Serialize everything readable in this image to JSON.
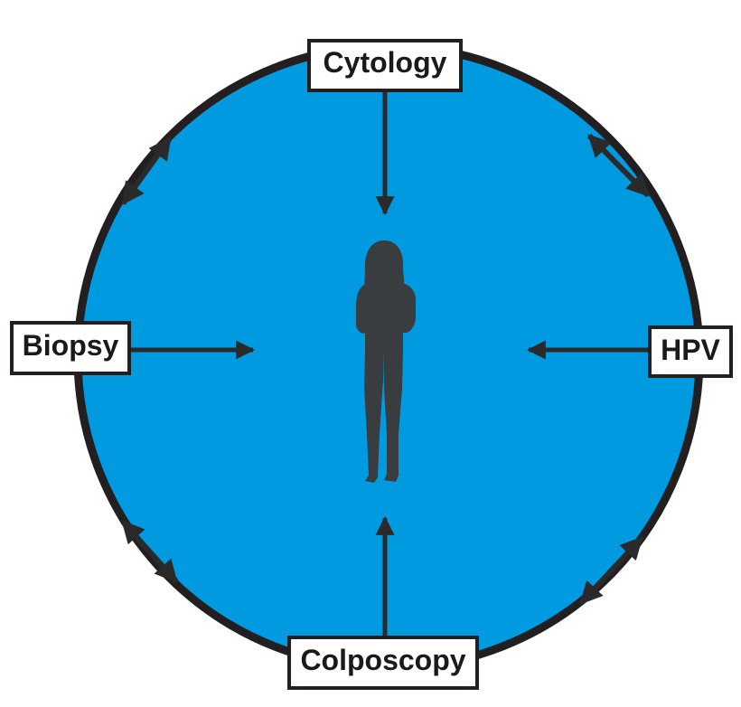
{
  "diagram": {
    "nodes": {
      "top": "Cytology",
      "left": "Biopsy",
      "right": "HPV",
      "bottom": "Colposcopy"
    },
    "center_icon": "woman-silhouette-icon",
    "colors": {
      "circle_fill": "#009ae0",
      "circle_stroke": "#231f20",
      "arrow": "#2a2a2a",
      "silhouette": "#3a3d40",
      "label_box_fill": "#ffffff",
      "label_box_stroke": "#231f20"
    }
  }
}
